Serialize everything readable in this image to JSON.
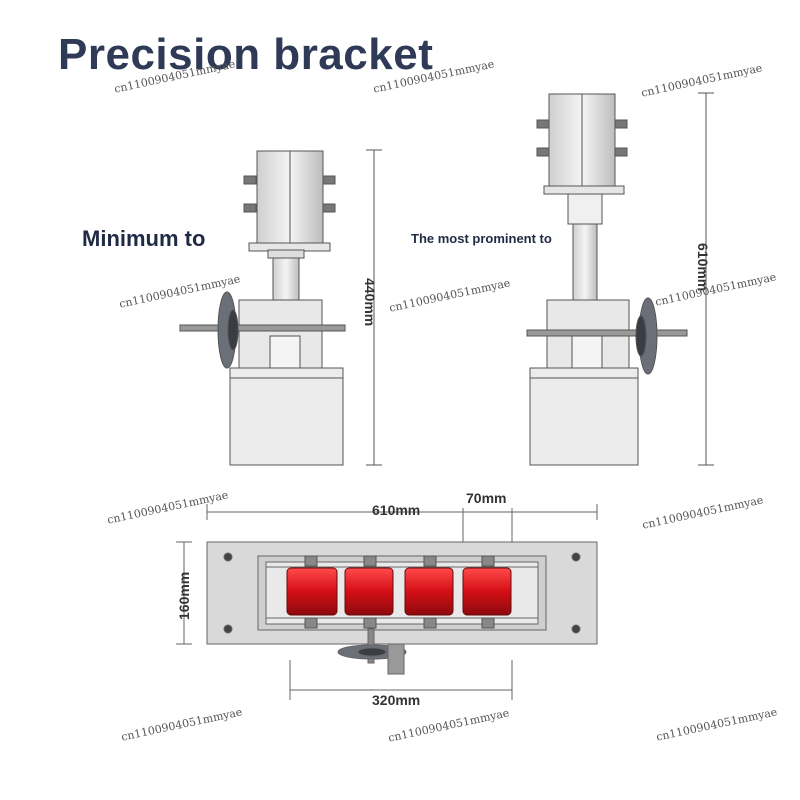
{
  "title": "Precision bracket",
  "labels": {
    "minimum": "Minimum to",
    "maximum": "The most prominent to"
  },
  "dimensions": {
    "min_height": "440mm",
    "max_height": "610mm",
    "top_width": "610mm",
    "roller_spacing": "70mm",
    "depth": "160mm",
    "bottom_width": "320mm"
  },
  "watermark": "cn1100904051mmyae",
  "colors": {
    "title": "#2e3a56",
    "roller": "#d40f16",
    "frame": "#dcdcdc",
    "line": "#555555"
  }
}
